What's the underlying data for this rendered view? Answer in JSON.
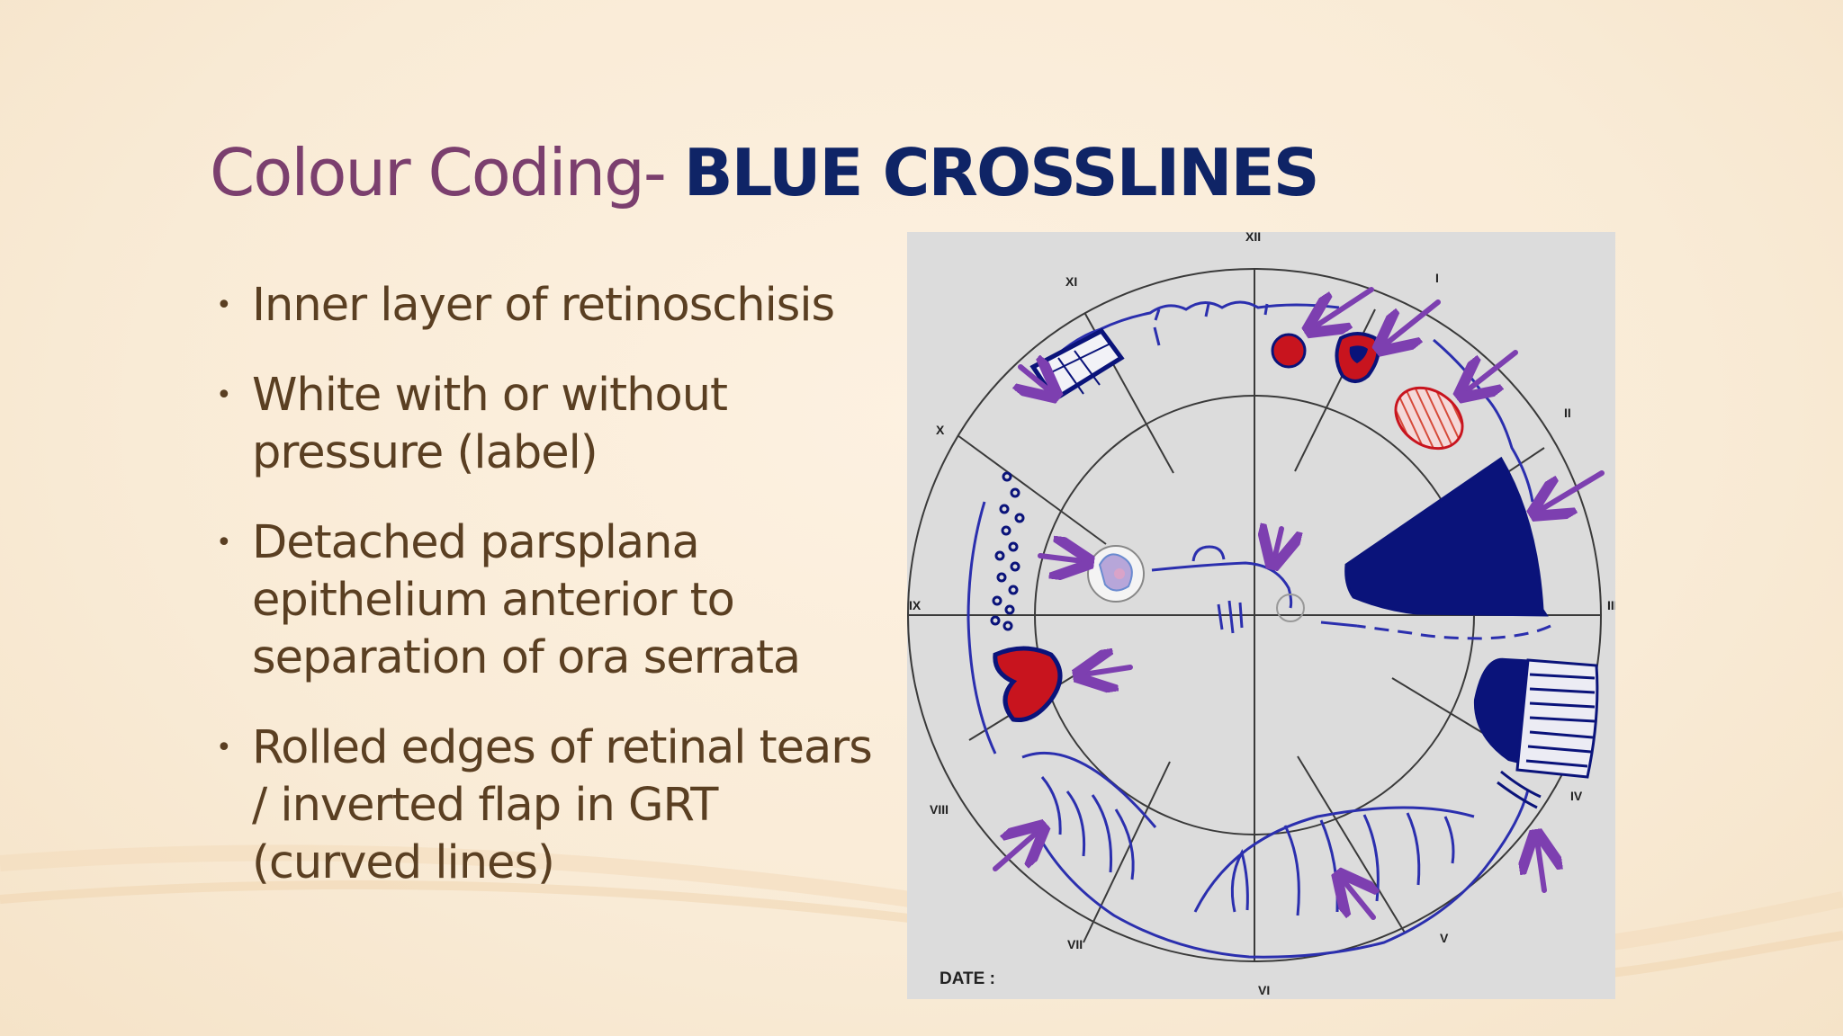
{
  "slide": {
    "title_prefix": "Colour Coding-",
    "title_emphasis": "BLUE CROSSLINES",
    "bullets": [
      "Inner layer of retinoschisis",
      "White with or without pressure (label)",
      "Detached parsplana epithelium anterior to separation of ora serrata",
      "Rolled edges of retinal tears / inverted flap in GRT (curved lines)"
    ]
  },
  "diagram": {
    "clock_labels": [
      "XII",
      "I",
      "II",
      "III",
      "IV",
      "V",
      "VI",
      "VII",
      "VIII",
      "IX",
      "X",
      "XI"
    ],
    "date_label": "DATE :",
    "colors": {
      "pen_blue": "#2b2fae",
      "fill_navy": "#0a137a",
      "fill_red": "#c8141e",
      "arrow_purple": "#7d3fb0",
      "chart_lines": "#3a3a3a"
    }
  }
}
